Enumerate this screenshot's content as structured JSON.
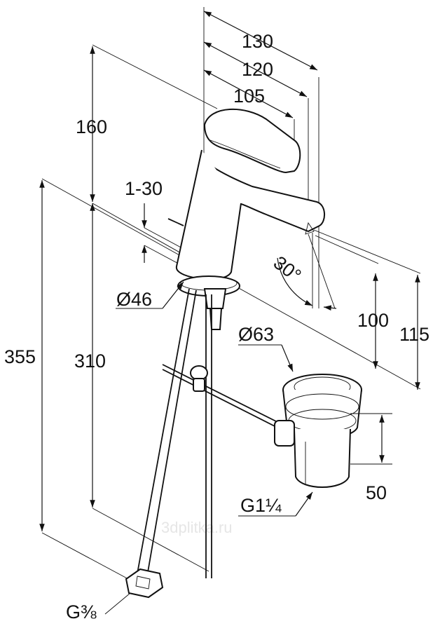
{
  "dimensions": {
    "width_130": "130",
    "width_120": "120",
    "width_105": "105",
    "height_160": "160",
    "range_1_30": "1-30",
    "diam_46": "Ø46",
    "height_355": "355",
    "height_310": "310",
    "angle_30": "30°",
    "height_100": "100",
    "height_115": "115",
    "diam_63": "Ø63",
    "thread_g1_1_4": "G1¼",
    "height_50": "50",
    "thread_g3_8": "G⅜"
  },
  "watermark": "3dplitka.ru",
  "colors": {
    "ink": "#111111",
    "background": "#ffffff",
    "watermark": "#e6e6e6"
  }
}
